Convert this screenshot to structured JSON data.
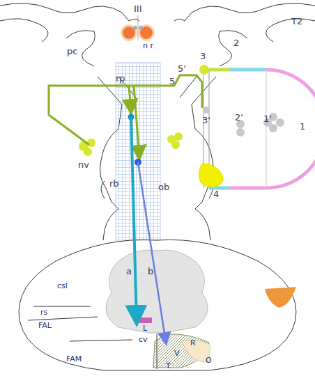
{
  "diagram": {
    "labels": [
      "III",
      "n r",
      "pc",
      "T2",
      "5",
      "5'",
      "3",
      "2",
      "1",
      "1'",
      "2'",
      "3'",
      "4",
      "rp",
      "nv",
      "rb",
      "ob",
      "a",
      "b",
      "csl",
      "rs",
      "FAL",
      "L",
      "cv",
      "FAM",
      "V",
      "R",
      "T",
      "O"
    ]
  }
}
